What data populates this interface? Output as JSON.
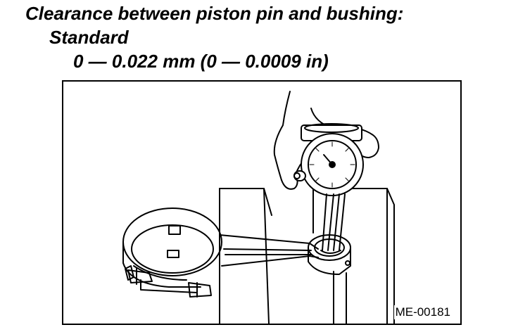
{
  "spec": {
    "title": "Clearance between piston pin and bushing:",
    "label": "Standard",
    "value": "0 — 0.022 mm (0 — 0.0009 in)"
  },
  "figure": {
    "id": "ME-00181"
  },
  "colors": {
    "ink": "#000000",
    "paper": "#ffffff"
  }
}
